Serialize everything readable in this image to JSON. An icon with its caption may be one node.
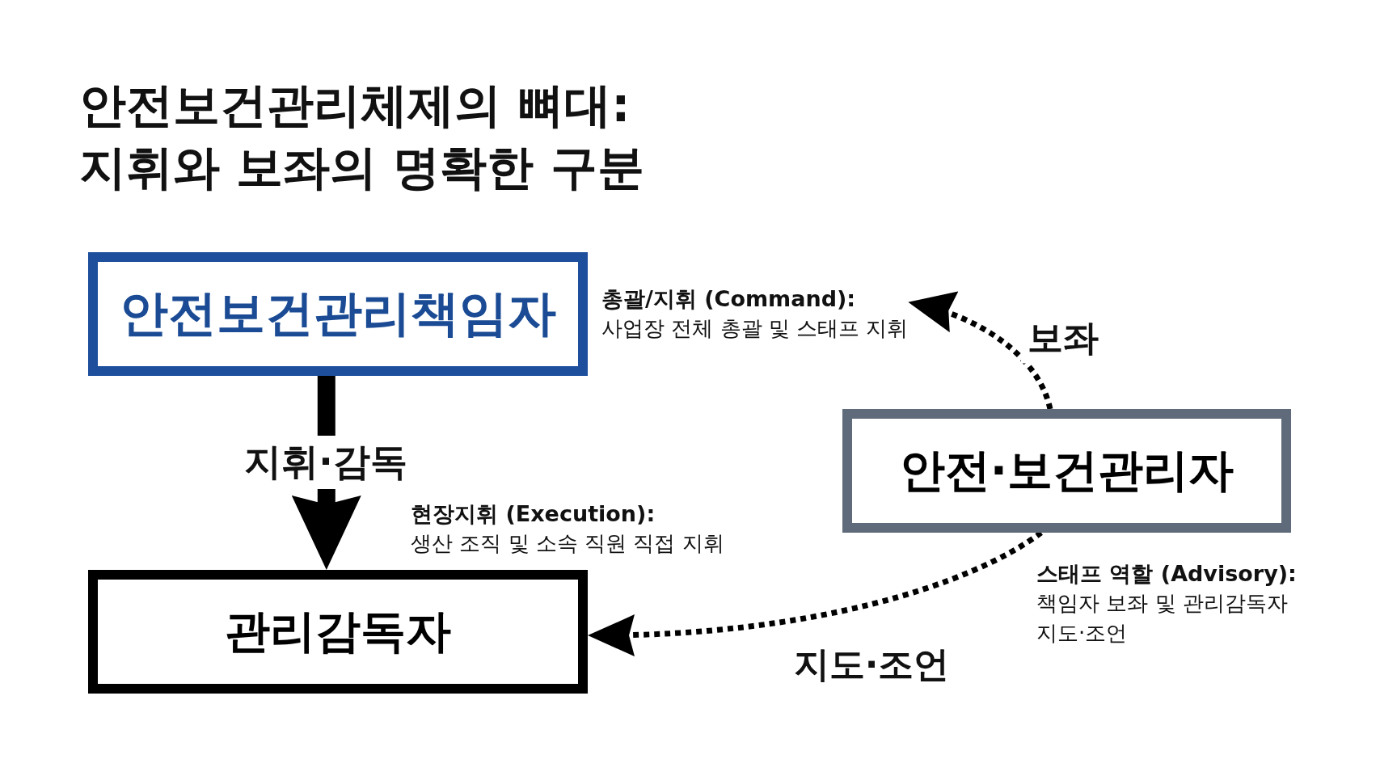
{
  "diagram": {
    "title": "안전보건관리체제의 뼈대: 지휘와 보좌의 명확한 구분",
    "nodes": [
      {
        "text": [
          "안전보건관리책임자"
        ]
      },
      {
        "text": [
          "총괄/지휘 (Command):",
          "사업장 전체 총괄 및 스태프 지휘"
        ]
      },
      {
        "text": [
          "관리감독자"
        ],
        "beside": [
          "현장지휘 (Execution):",
          "생산 조직 및 소속 직원 직접 지휘"
        ]
      },
      {
        "text": [
          "안전·보건관리자"
        ],
        "beside": [
          "스태프 역할 (Advisory):",
          "책임자 보좌 및 관리감독자 지도·조언"
        ]
      }
    ],
    "edges": [
      {
        "from": 0,
        "to": 2,
        "arrow": "to",
        "label": "지휘·감독",
        "style": "thick"
      },
      {
        "from": 3,
        "to": 1,
        "arrow": "to",
        "label": "보좌",
        "style": "dashed"
      },
      {
        "from": 3,
        "to": 2,
        "arrow": "to",
        "label": "지도·조언",
        "style": "dashed"
      }
    ]
  }
}
